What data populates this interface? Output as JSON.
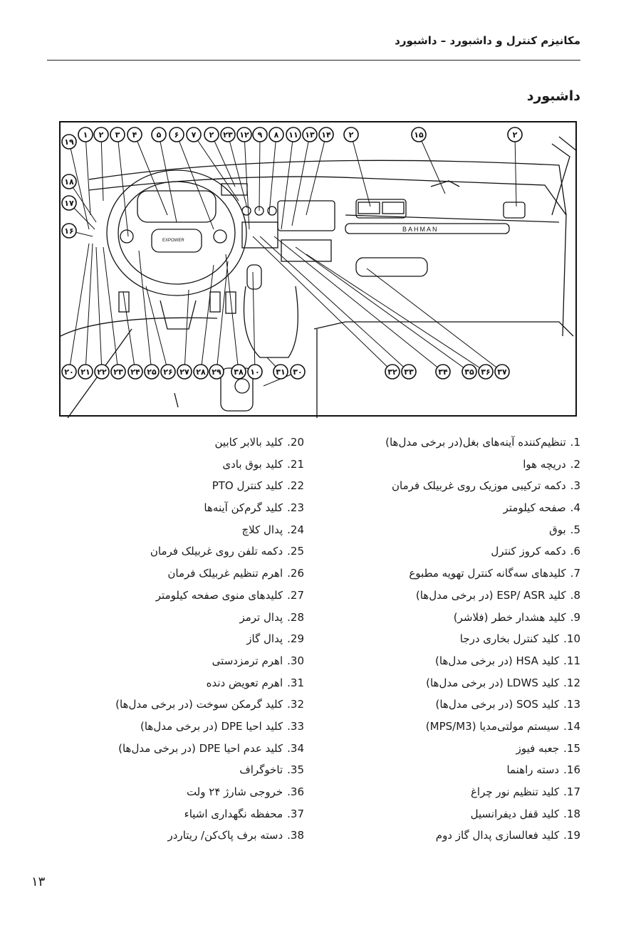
{
  "header": {
    "running_title": "مکانیزم کنترل و داشبورد – داشبورد"
  },
  "section_title": "داشبورد",
  "diagram": {
    "brand_label": "BAHMAN",
    "wheel_label": "EXPOWER",
    "callouts_top": [
      "۱۹",
      "۱",
      "۲",
      "۳",
      "۴",
      "۵",
      "۶",
      "۷",
      "۲",
      "۲۳",
      "۱۲",
      "۹",
      "۸",
      "۱۱",
      "۱۳",
      "۱۴",
      "۲",
      "۱۵",
      "۲"
    ],
    "callouts_left": [
      "۱۸",
      "۱۷",
      "۱۶"
    ],
    "callouts_bottom": [
      "۲۰",
      "۲۱",
      "۲۲",
      "۲۳",
      "۲۴",
      "۲۵",
      "۲۶",
      "۲۷",
      "۲۸",
      "۲۹",
      "۳۸",
      "۱۰",
      "۳۱",
      "۳۰",
      "۳۲",
      "۳۳",
      "۳۴",
      "۳۵",
      "۳۶",
      "۳۷"
    ]
  },
  "legend": {
    "column_1": [
      {
        "num": "1.",
        "text": "تنظیم‌کننده آینه‌های بغل(در برخی مدل‌ها)"
      },
      {
        "num": "2.",
        "text": "دریچه هوا"
      },
      {
        "num": "3.",
        "text": "دکمه ترکیبی موزیک روی غربیلک فرمان"
      },
      {
        "num": "4.",
        "text": "صفحه کیلومتر"
      },
      {
        "num": "5.",
        "text": "بوق"
      },
      {
        "num": "6.",
        "text": "دکمه کروز کنترل"
      },
      {
        "num": "7.",
        "text": "کلیدهای سه‌گانه کنترل تهویه مطبوع"
      },
      {
        "num": "8.",
        "text": "کلید ESP/ ASR (در برخی مدل‌ها)"
      },
      {
        "num": "9.",
        "text": "کلید هشدار خطر (فلاشر)"
      },
      {
        "num": "10.",
        "text": "کلید کنترل بخاری درجا"
      },
      {
        "num": "11.",
        "text": "کلید HSA (در برخی مدل‌ها)"
      },
      {
        "num": "12.",
        "text": "کلید LDWS (در برخی مدل‌ها)"
      },
      {
        "num": "13.",
        "text": "کلید SOS (در برخی مدل‌ها)"
      },
      {
        "num": "14.",
        "text": "سیستم مولتی‌مدیا (MPS/M3)"
      },
      {
        "num": "15.",
        "text": "جعبه فیوز"
      },
      {
        "num": "16.",
        "text": "دسته راهنما"
      },
      {
        "num": "17.",
        "text": "کلید تنظیم نور چراغ"
      },
      {
        "num": "18.",
        "text": "کلید قفل دیفرانسیل"
      },
      {
        "num": "19.",
        "text": "کلید فعالسازی پدال گاز دوم"
      }
    ],
    "column_2": [
      {
        "num": "20.",
        "text": "کلید بالابر کابین"
      },
      {
        "num": "21.",
        "text": "کلید بوق بادی"
      },
      {
        "num": "22.",
        "text": "کلید کنترل PTO"
      },
      {
        "num": "23.",
        "text": "کلید گرم‌کن آینه‌ها"
      },
      {
        "num": "24.",
        "text": "پدال کلاچ"
      },
      {
        "num": "25.",
        "text": "دکمه تلفن روی غربیلک فرمان"
      },
      {
        "num": "26.",
        "text": "اهرم تنظیم غربیلک فرمان"
      },
      {
        "num": "27.",
        "text": "کلیدهای منوی صفحه کیلومتر"
      },
      {
        "num": "28.",
        "text": "پدال ترمز"
      },
      {
        "num": "29.",
        "text": "پدال گاز"
      },
      {
        "num": "30.",
        "text": "اهرم ترمزدستی"
      },
      {
        "num": "31.",
        "text": "اهرم تعویض دنده"
      },
      {
        "num": "32.",
        "text": "کلید گرمکن سوخت (در برخی مدل‌ها)"
      },
      {
        "num": "33.",
        "text": "کلید احیا DPE (در برخی مدل‌ها)"
      },
      {
        "num": "34.",
        "text": "کلید عدم احیا DPE (در برخی مدل‌ها)"
      },
      {
        "num": "35.",
        "text": "تاخوگراف"
      },
      {
        "num": "36.",
        "text": "خروجی شارژ ۲۴ ولت"
      },
      {
        "num": "37.",
        "text": "محفظه نگهداری اشیاء"
      },
      {
        "num": "38.",
        "text": "دسته برف پاک‌کن/ ریتاردر"
      }
    ]
  },
  "page_number": "۱۳"
}
